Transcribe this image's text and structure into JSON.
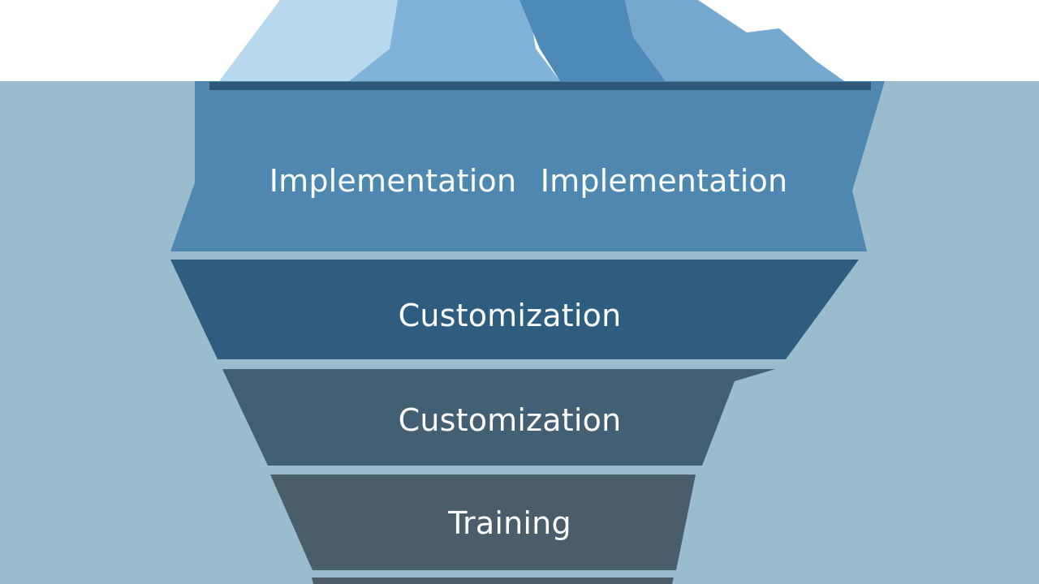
{
  "diagram": {
    "layers": [
      {
        "labels": [
          "Implementation",
          "Implementation"
        ],
        "color": "#4e87b0"
      },
      {
        "labels": [
          "Customization"
        ],
        "color": "#2f5d80"
      },
      {
        "labels": [
          "Customization"
        ],
        "color": "#425f74"
      },
      {
        "labels": [
          "Training"
        ],
        "color": "#4a5d6b"
      }
    ],
    "colors": {
      "sky": "#ffffff",
      "water": "#9bbccd",
      "ice_light": "#b8d8ee",
      "ice_mid": "#7fb3d9",
      "ice_dark": "#4d8ab8",
      "waterline": "#2e5878"
    }
  }
}
